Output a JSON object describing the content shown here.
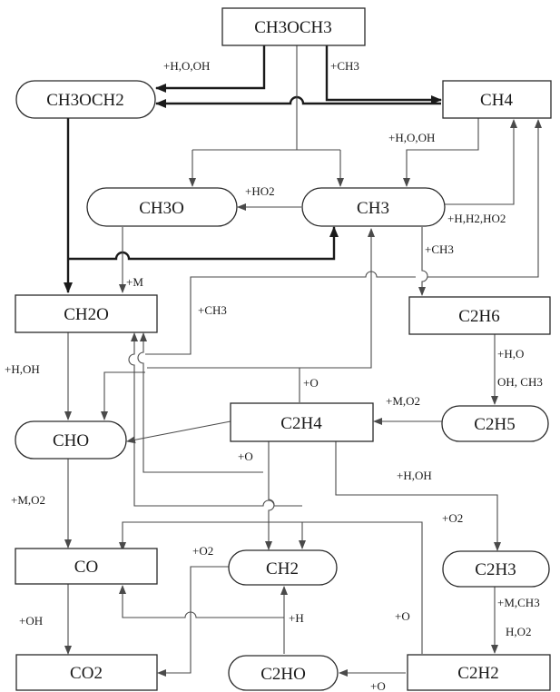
{
  "species": {
    "ch3och3": "CH3OCH3",
    "ch3och2": "CH3OCH2",
    "ch4": "CH4",
    "ch3o": "CH3O",
    "ch3": "CH3",
    "ch2o": "CH2O",
    "c2h6": "C2H6",
    "cho": "CHO",
    "c2h4": "C2H4",
    "c2h5": "C2H5",
    "co": "CO",
    "ch2": "CH2",
    "c2h3": "C2H3",
    "co2": "CO2",
    "c2ho": "C2HO",
    "c2h2": "C2H2"
  },
  "reactants": {
    "h_o_oh_1": "+H,O,OH",
    "ch3_1": "+CH3",
    "h_o_oh_2": "+H,O,OH",
    "ho2": "+HO2",
    "h_h2_ho2": "+H,H2,HO2",
    "ch3_2": "+CH3",
    "m_1": "+M",
    "ch3_3": "+CH3",
    "h_o_1": "+H,O",
    "oh_ch3": "OH, CH3",
    "h_oh_1": "+H,OH",
    "o_1": "+O",
    "m_o2_1": "+M,O2",
    "o_2": "+O",
    "h_oh_2": "+H,OH",
    "m_o2_2": "+M,O2",
    "o2_1": "+O2",
    "o2_2": "+O2",
    "oh_1": "+OH",
    "h_1": "+H",
    "o_3": "+O",
    "m_ch3": "+M,CH3",
    "h_o2": "H,O2",
    "o_4": "+O"
  }
}
